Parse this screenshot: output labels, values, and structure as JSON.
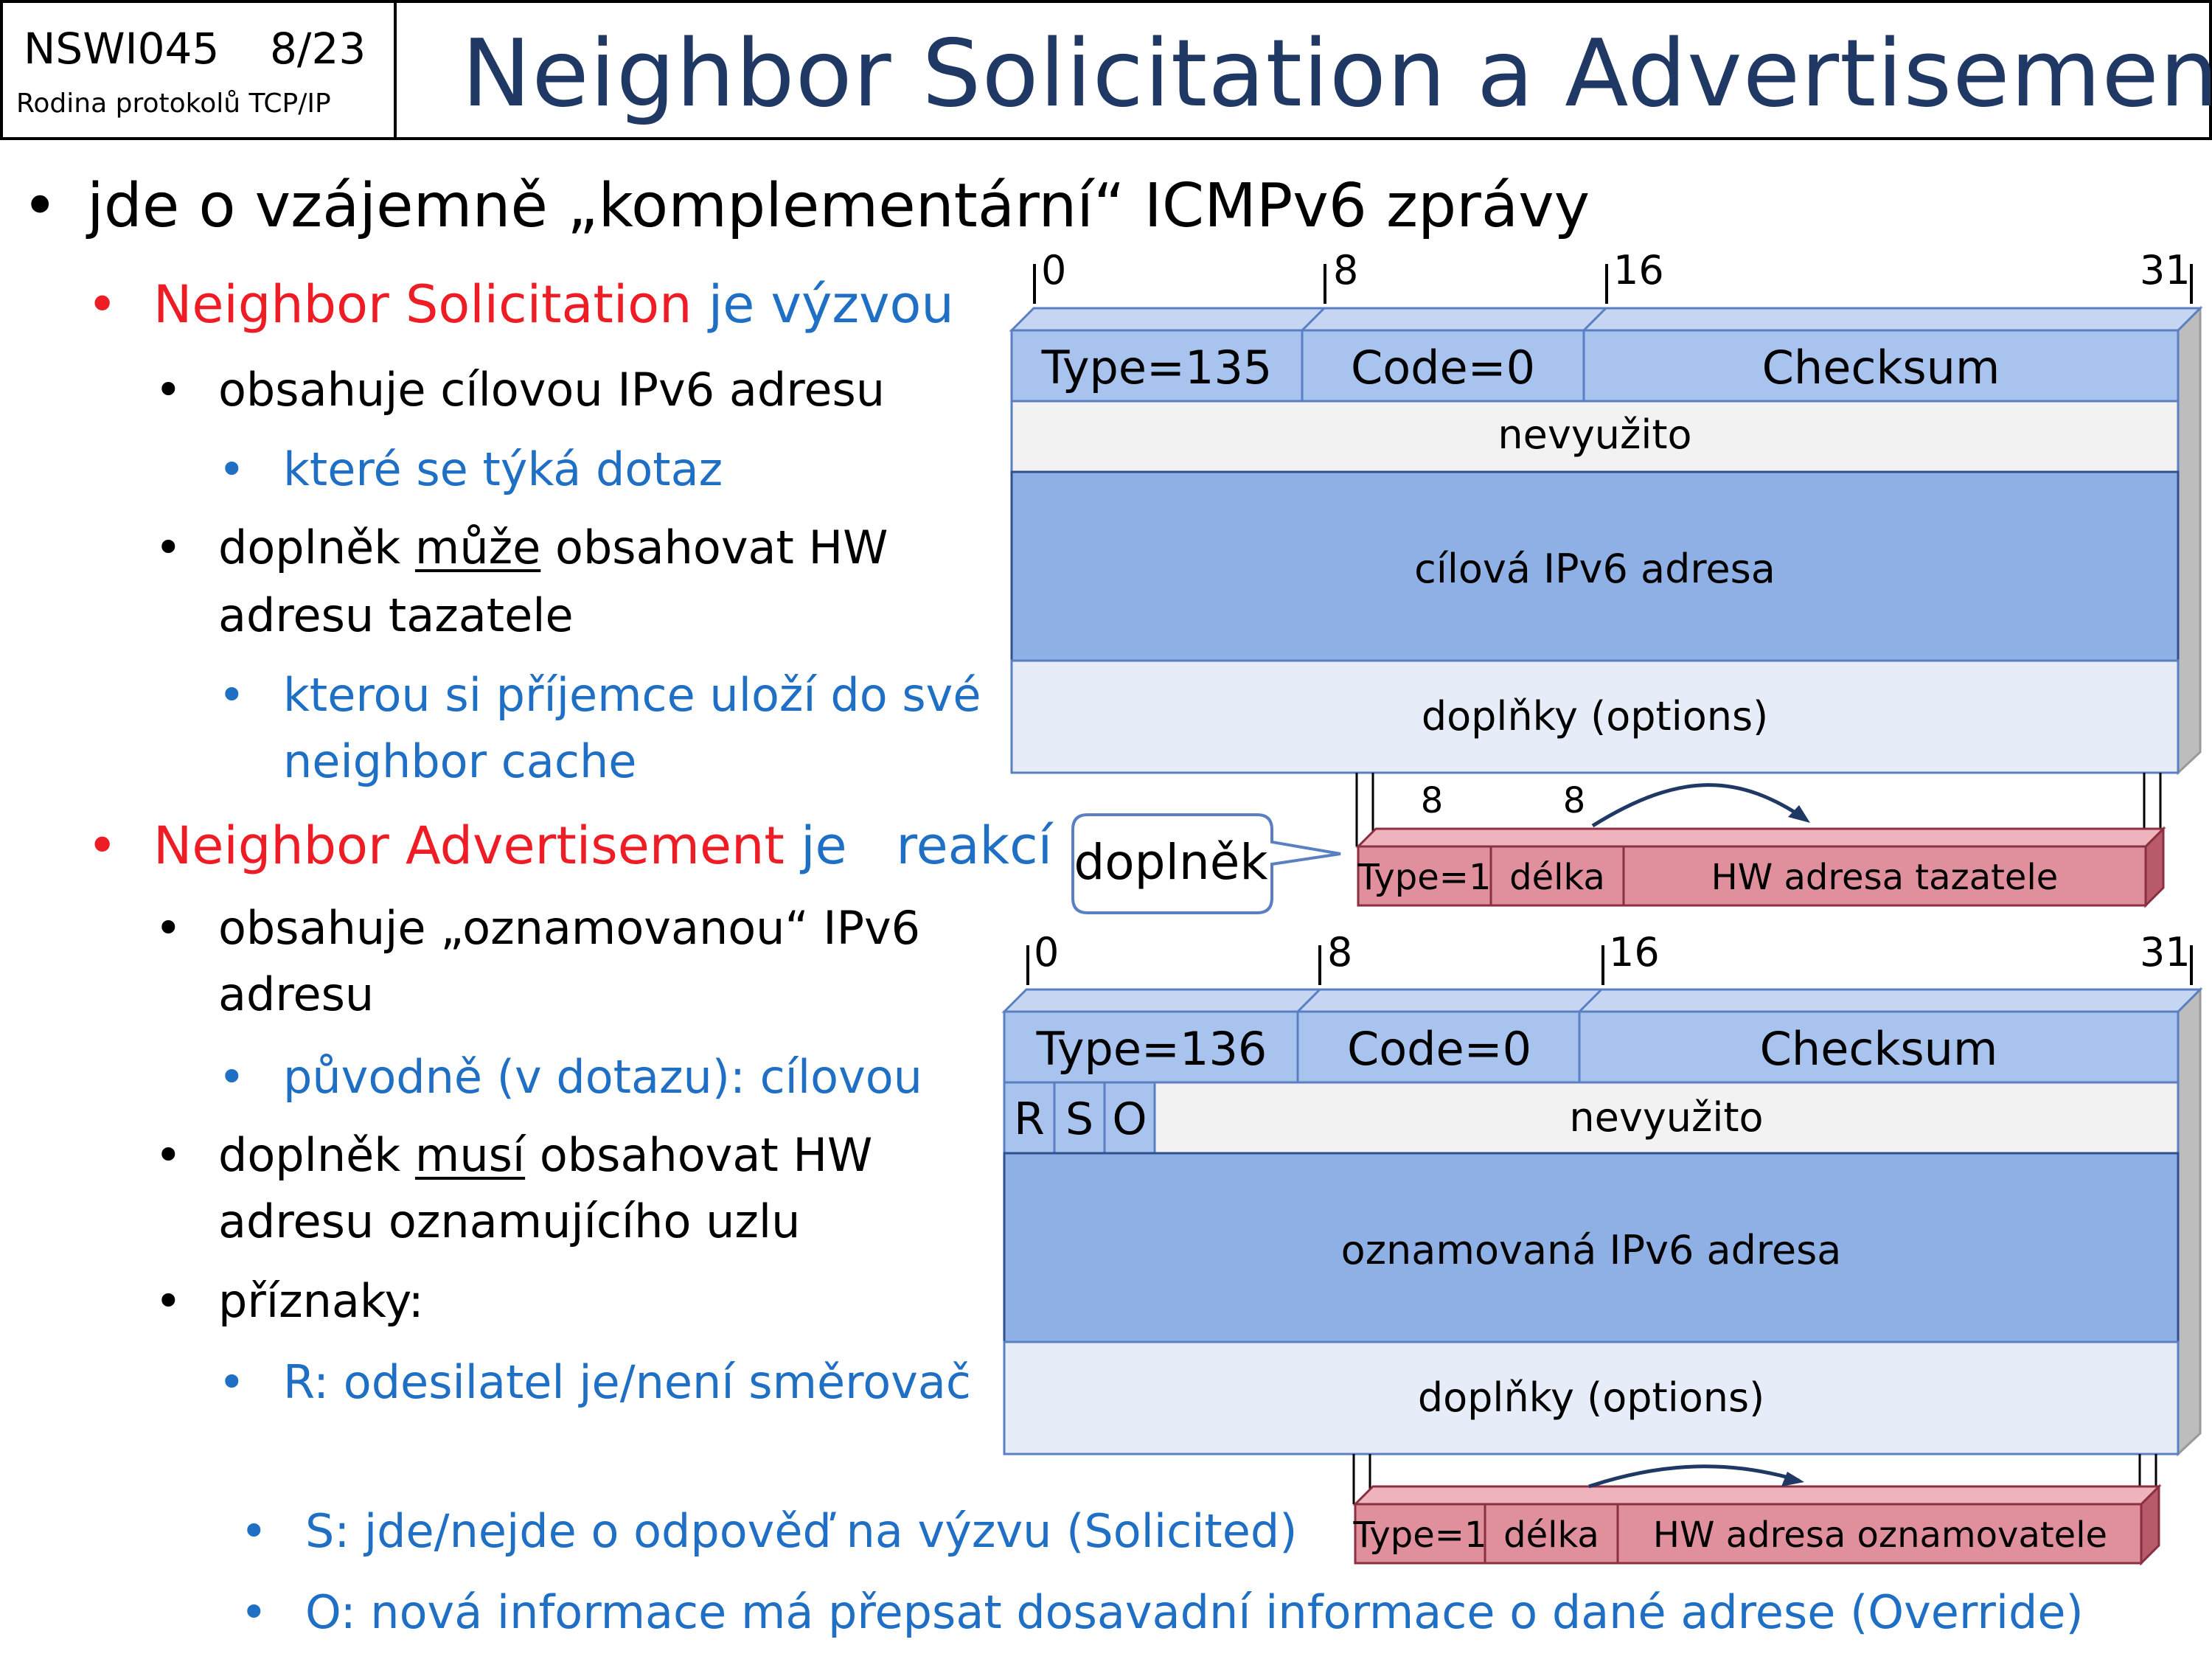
{
  "header": {
    "course_code": "NSWI045",
    "page_number": "8/23",
    "course_name": "Rodina protokolů TCP/IP",
    "title": "Neighbor Solicitation a Advertisement"
  },
  "bullets": {
    "b1": "jde o vzájemně „komplementární“ ICMPv6 zprávy",
    "ns_name": "Neighbor Solicitation",
    "ns_role": " je výzvou",
    "ns_sub1": "obsahuje cílovou IPv6 adresu",
    "ns_sub1_note": "které se týká dotaz",
    "ns_sub2_a": "doplněk ",
    "ns_sub2_u": "může",
    "ns_sub2_b": " obsahovat HW",
    "ns_sub2_line2": "adresu tazatele",
    "ns_sub2_note_line1": "kterou si příjemce uloží do své",
    "ns_sub2_note_line2": "neighbor cache",
    "na_name": "Neighbor Advertisement",
    "na_role": " je   reakcí",
    "na_sub1_line1": "obsahuje „oznamovanou“ IPv6",
    "na_sub1_line2": "adresu",
    "na_sub1_note": "původně (v dotazu): cílovou",
    "na_sub2_a": "doplněk ",
    "na_sub2_u": "musí",
    "na_sub2_b": " obsahovat HW",
    "na_sub2_line2": "adresu oznamujícího uzlu",
    "na_sub3": "příznaky:",
    "flag_r": "R: odesilatel je/není směrovač",
    "flag_s": "S: jde/nejde o odpověď na výzvu (Solicited)",
    "flag_o": "O: nová informace má přepsat dosavadní informace o dané adrese (Override)"
  },
  "diagram": {
    "ruler_labels": [
      "0",
      "8",
      "16",
      "31"
    ],
    "ns": {
      "type": "Type=135",
      "code": "Code=0",
      "checksum": "Checksum",
      "unused": "nevyužito",
      "address": "cílová IPv6 adresa",
      "options": "doplňky (options)"
    },
    "ns_option": {
      "bit_a": "8",
      "bit_b": "8",
      "type": "Type=1",
      "length": "délka",
      "hw": "HW adresa tazatele"
    },
    "callout": "doplněk",
    "na": {
      "type": "Type=136",
      "code": "Code=0",
      "checksum": "Checksum",
      "flag_r": "R",
      "flag_s": "S",
      "flag_o": "O",
      "unused": "nevyužito",
      "address": "oznamovaná IPv6 adresa",
      "options": "doplňky (options)"
    },
    "na_option": {
      "type": "Type=1",
      "length": "délka",
      "hw": "HW adresa oznamovatele"
    },
    "colors": {
      "header_row": "#a9c3ef",
      "unused_row": "#f2f2f2",
      "address_row": "#8eb0e4",
      "options_row": "#e6edf9",
      "option_box": "#e0909c",
      "title": "#1f3864",
      "red_text": "#ee1c24",
      "blue_text": "#1f6fc4"
    }
  }
}
